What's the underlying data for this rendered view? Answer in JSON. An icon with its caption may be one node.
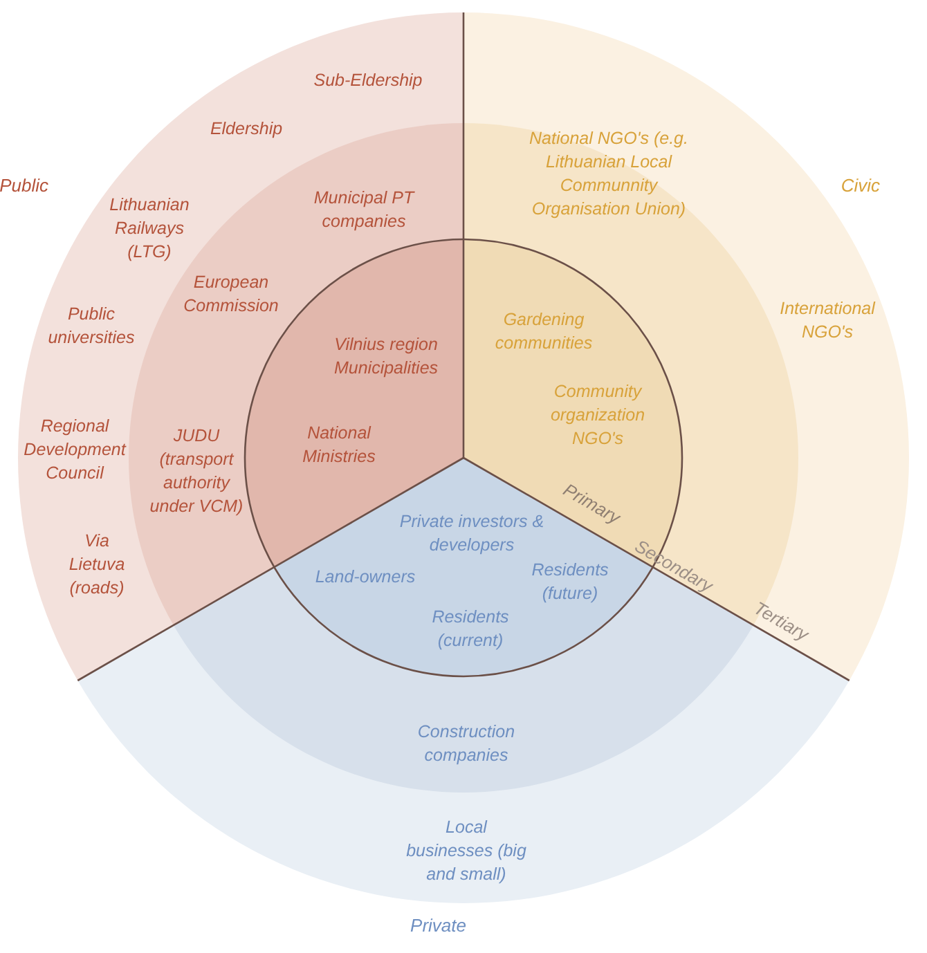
{
  "diagram": {
    "nodes": [
      {
        "text": [
          "Sub-Eldership",
          "Eldership",
          "Lithuanian Railways (LTG)",
          "Public universities",
          "Regional Development Council",
          "Via Lietuva (roads)"
        ]
      },
      {
        "text": [
          "Municipal PT companies",
          "European Commission",
          "JUDU (transport authority under VCM)"
        ],
        "in": 0
      },
      {
        "text": [
          "Vilnius region Municipalities",
          "National Ministries"
        ],
        "in": 1
      },
      {
        "text": [
          "International NGO's"
        ]
      },
      {
        "text": [
          "National NGO's (e.g. Lithuanian Local Communnity Organisation Union)"
        ],
        "in": 3
      },
      {
        "text": [
          "Gardening communities",
          "Community organization NGO's"
        ],
        "in": 4
      },
      {
        "text": [
          "Local businesses (big and small)"
        ]
      },
      {
        "text": [
          "Construction companies"
        ],
        "in": 6
      },
      {
        "text": [
          "Private investors & developers",
          "Land-owners",
          "Residents (current)",
          "Residents (future)"
        ],
        "in": 7
      }
    ],
    "edges": [],
    "labels": [
      "Public",
      "Civic",
      "Primary",
      "Secondary",
      "Tertiary",
      "Private"
    ]
  }
}
